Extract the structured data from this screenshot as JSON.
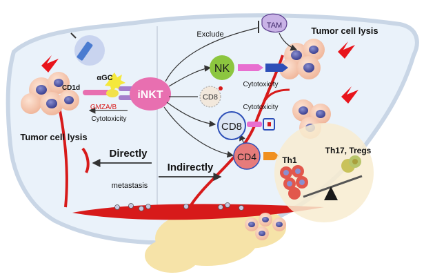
{
  "labels": {
    "tumor_lysis_left": "Tumor cell lysis",
    "tumor_lysis_right": "Tumor cell lysis",
    "cd1d": "CD1d",
    "agc": "αGC",
    "gmza_b": "GMZA/B",
    "cytotoxicity_left": "Cytotoxicity",
    "inkt": "iNKT",
    "exclude": "Exclude",
    "tam": "TAM",
    "nk": "NK",
    "cytotoxicity_nk": "Cytotoxicity",
    "cd8_small": "CD8",
    "cytotoxicity_cd8": "Cytotoxicity",
    "cd8_main": "CD8",
    "cd4": "CD4",
    "directly": "Directly",
    "indirectly": "Indirectly",
    "metastasis": "metastasis",
    "th1": "Th1",
    "th17_tregs": "Th17, Tregs"
  },
  "colors": {
    "vessel": "#d71a1a",
    "inkt_fill": "#e86fb0",
    "nk_fill": "#8cc63f",
    "cd4_fill": "#e67b7b",
    "th1": "#e2574c",
    "th17": "#c9c25a",
    "organ_fill": "#e6f1fa",
    "pancreas": "#f6e3a8",
    "lightning": "#e8141b"
  }
}
